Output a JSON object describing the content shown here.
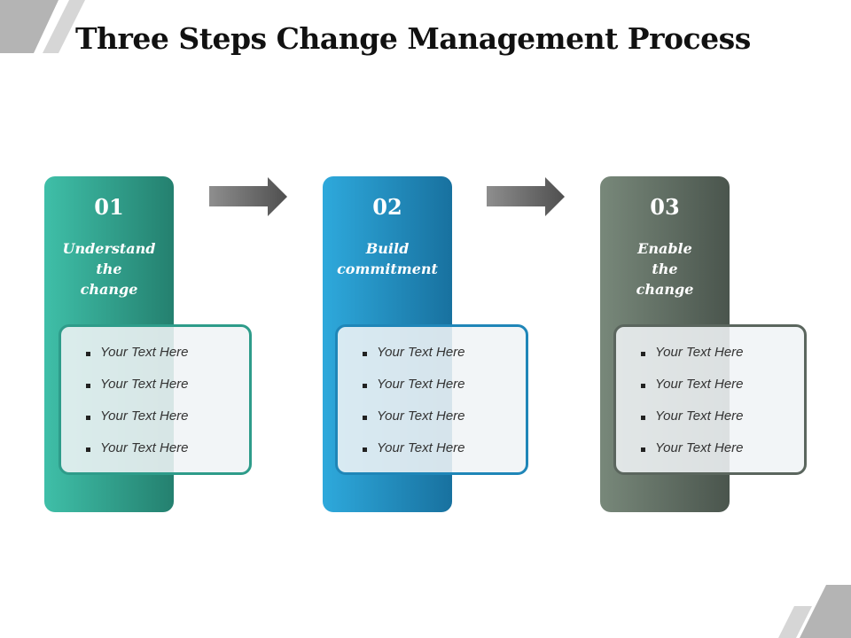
{
  "title": "Three Steps Change Management Process",
  "colors": {
    "step1": [
      "#3fbfa8",
      "#24806f"
    ],
    "step2": [
      "#2ea9dc",
      "#18719f"
    ],
    "step3": [
      "#78887a",
      "#4a554d"
    ],
    "arrow": [
      "#8e8e8e",
      "#4f4f4f"
    ],
    "corner": "#bdbdbd"
  },
  "steps": [
    {
      "number": "01",
      "heading": [
        "Understand",
        "the",
        "change"
      ],
      "items": [
        "Your Text Here",
        "Your Text Here",
        "Your Text Here",
        "Your Text Here"
      ]
    },
    {
      "number": "02",
      "heading": [
        "Build",
        "commitment"
      ],
      "items": [
        "Your Text Here",
        "Your Text Here",
        "Your Text Here",
        "Your Text Here"
      ]
    },
    {
      "number": "03",
      "heading": [
        "Enable",
        "the",
        "change"
      ],
      "items": [
        "Your Text Here",
        "Your Text Here",
        "Your Text Here",
        "Your Text Here"
      ]
    }
  ]
}
